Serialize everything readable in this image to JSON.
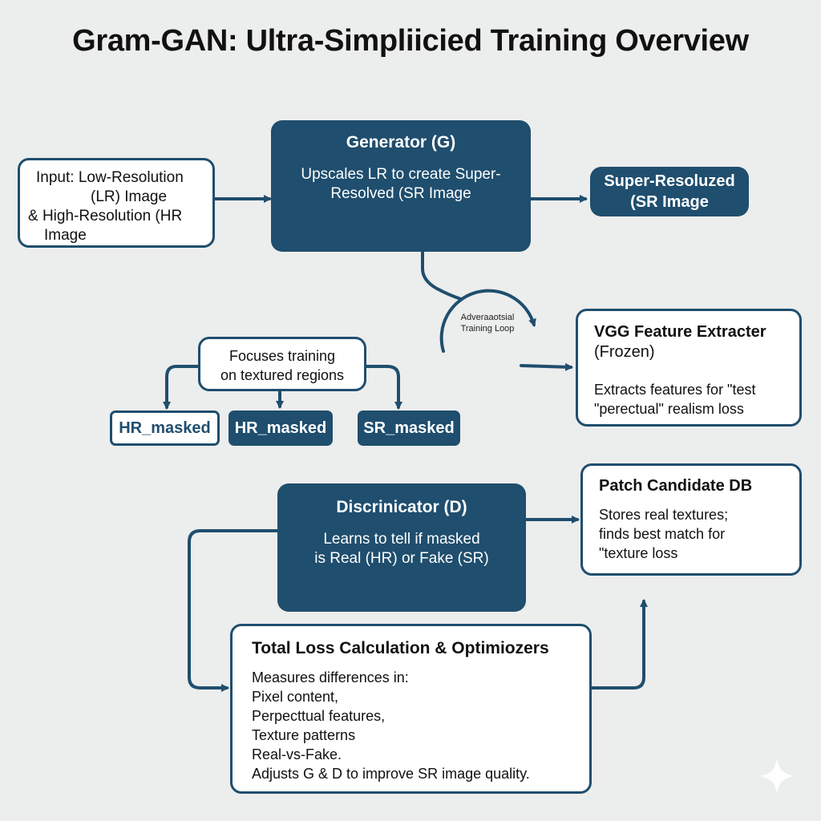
{
  "title": "Gram-GAN: Ultra-Simpliicied Training Overview",
  "input_box": {
    "lines": [
      "Input: Low-Resolution",
      "(LR) Image",
      "& High-Resolution (HR",
      "Image"
    ]
  },
  "generator": {
    "heading": "Generator (G)",
    "lines": [
      "Upscales LR to create Super-",
      "Resolved (SR Image"
    ]
  },
  "sr_output": {
    "lines": [
      "Super-Resoluzed",
      "(SR Image"
    ]
  },
  "loop_label": {
    "lines": [
      "Adveraaotsial",
      "Training Loop"
    ]
  },
  "vgg": {
    "heading_lines": [
      "VGG Feature Extracter",
      "(Frozen)"
    ],
    "body_lines": [
      "Extracts features for \"test",
      "\"perectual\" realism loss"
    ]
  },
  "focus": {
    "lines": [
      "Focuses training",
      "on textured regions"
    ]
  },
  "masks": {
    "left": "HR_masked",
    "middle": "HR_masked",
    "right": "SR_masked"
  },
  "discriminator": {
    "heading": "Discrinicator (D)",
    "lines": [
      "Learns to tell if masked",
      "is Real (HR) or Fake (SR)"
    ]
  },
  "patch_db": {
    "heading": "Patch Candidate DB",
    "lines": [
      "Stores real textures;",
      "finds best match for",
      "\"texture loss"
    ]
  },
  "total_loss": {
    "heading": "Total Loss Calculation & Optimiozers",
    "lines": [
      "Measures differences in:",
      "Pixel content,",
      "Perpecttual features,",
      "Texture patterns",
      "Real-vs-Fake.",
      "Adjusts G & D to improve SR image quality."
    ]
  },
  "colors": {
    "primary": "#1f4e6e",
    "background": "#eceded",
    "text": "#111111"
  }
}
